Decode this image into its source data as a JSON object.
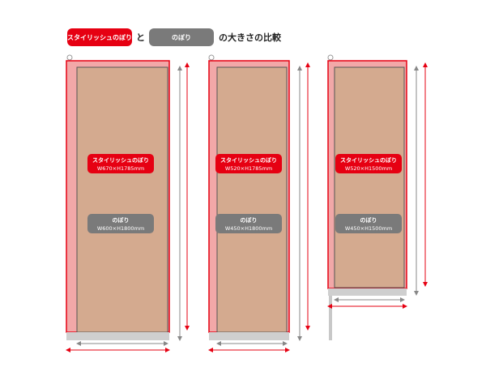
{
  "header": {
    "stylish_label": "スタイリッシュのぼり",
    "connector": "と",
    "nobori_label": "のぼり",
    "suffix": "の大きさの比較"
  },
  "colors": {
    "red": "#e60012",
    "gray": "#7a7a7a",
    "banner_fill": "#d4aa8f",
    "pole": "#bbbbbb"
  },
  "flags": [
    {
      "stylish_name": "スタイリッシュのぼり",
      "stylish_size": "W670×H1785mm",
      "nobori_name": "のぼり",
      "nobori_size": "W600×H1800mm"
    },
    {
      "stylish_name": "スタイリッシュのぼり",
      "stylish_size": "W520×H1785mm",
      "nobori_name": "のぼり",
      "nobori_size": "W450×H1800mm"
    },
    {
      "stylish_name": "スタイリッシュのぼり",
      "stylish_size": "W520×H1500mm",
      "nobori_name": "のぼり",
      "nobori_size": "W450×H1500mm"
    }
  ]
}
